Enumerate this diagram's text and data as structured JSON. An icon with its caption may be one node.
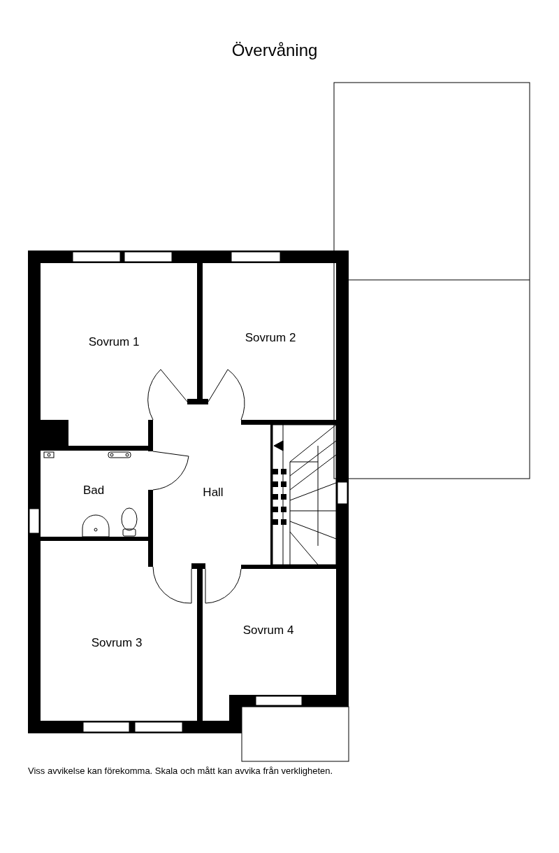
{
  "diagram": {
    "title": "Övervåning",
    "caption": "Viss avvikelse kan förekomma. Skala och mått kan avvika från verkligheten.",
    "nodes": [
      {
        "text": [
          "Sovrum 1"
        ]
      },
      {
        "text": [
          "Sovrum 2"
        ]
      },
      {
        "text": [
          "Bad"
        ]
      },
      {
        "text": [
          "Hall"
        ]
      },
      {
        "text": [
          "Sovrum 3"
        ]
      },
      {
        "text": [
          "Sovrum 4"
        ]
      }
    ],
    "edges": []
  }
}
